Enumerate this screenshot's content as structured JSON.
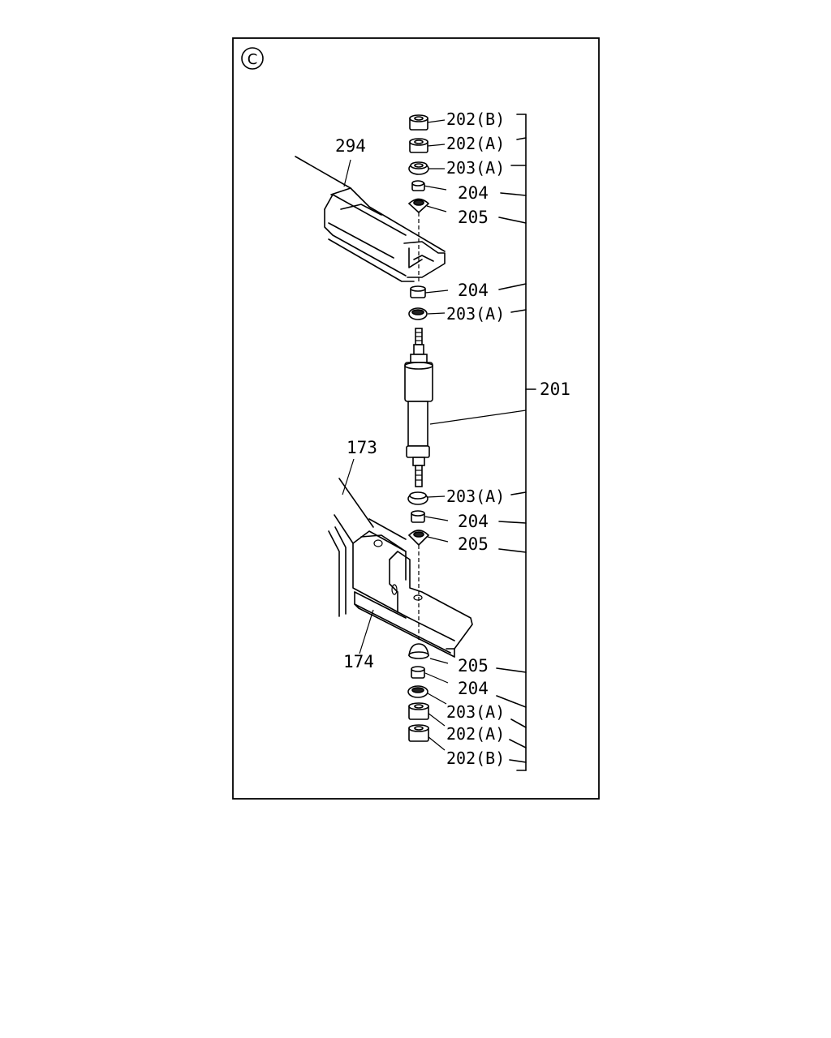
{
  "view_marker": "C",
  "labels": {
    "top_202b": "202(B)",
    "top_202a": "202(A)",
    "top_203a_1": "203(A)",
    "top_204_1": "204",
    "top_205": "205",
    "part_294": "294",
    "mid_204": "204",
    "mid_203a": "203(A)",
    "part_201": "201",
    "part_173": "173",
    "low_203a": "203(A)",
    "low_204": "204",
    "low_205": "205",
    "part_174": "174",
    "bot_205": "205",
    "bot_204": "204",
    "bot_203a": "203(A)",
    "bot_202a": "202(A)",
    "bot_202b": "202(B)"
  }
}
